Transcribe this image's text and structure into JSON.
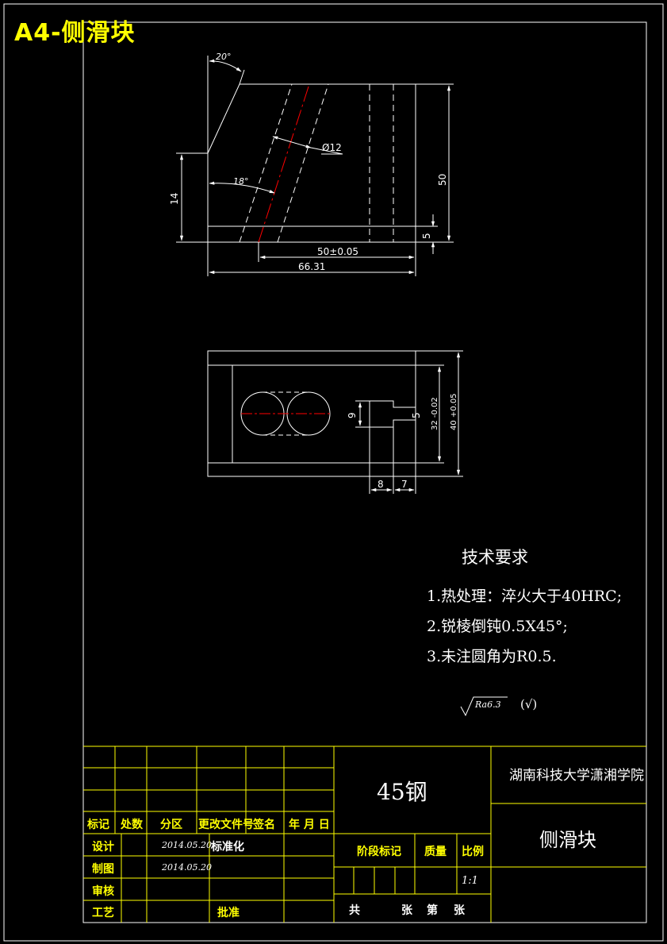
{
  "header": {
    "title": "A4-侧滑块"
  },
  "dimensions": {
    "angle_top": "20°",
    "angle_mid": "18°",
    "hole_dia": "Ø12",
    "height_14": "14",
    "height_50": "50",
    "height_5": "5",
    "width_50": "50±0.05",
    "width_6631": "66.31",
    "slot_9": "9",
    "slot_5": "5",
    "dim_32": "32 -0.02",
    "dim_40": "40 +0.05",
    "dim_8": "8",
    "dim_7": "7"
  },
  "tech_requirements": {
    "heading": "技术要求",
    "items": [
      "1.热处理：淬火大于40HRC;",
      "2.锐棱倒钝0.5X45°;",
      "3.未注圆角为R0.5."
    ]
  },
  "roughness": {
    "symbol": "Ra6.3",
    "note": "(√)"
  },
  "title_block": {
    "material": "45钢",
    "school": "湖南科技大学潇湘学院",
    "part_name": "侧滑块",
    "labels": {
      "mark": "标记",
      "count": "处数",
      "zone": "分区",
      "doc": "更改文件号",
      "sign": "签名",
      "date": "年 月 日",
      "design": "设计",
      "drawing": "制图",
      "check": "审核",
      "craft": "工艺",
      "standard": "标准化",
      "approve": "批准",
      "stage": "阶段标记",
      "mass": "质量",
      "scale_label": "比例",
      "total": "共",
      "sheet": "张",
      "sheet_no": "第",
      "sheet2": "张"
    },
    "design_date": "2014.05.20",
    "drawing_date": "2014.05.20",
    "scale": "1:1"
  },
  "colors": {
    "frame": "#ffffff",
    "table": "#ffff00",
    "centerline": "#ff0000",
    "title": "#ffff00"
  }
}
